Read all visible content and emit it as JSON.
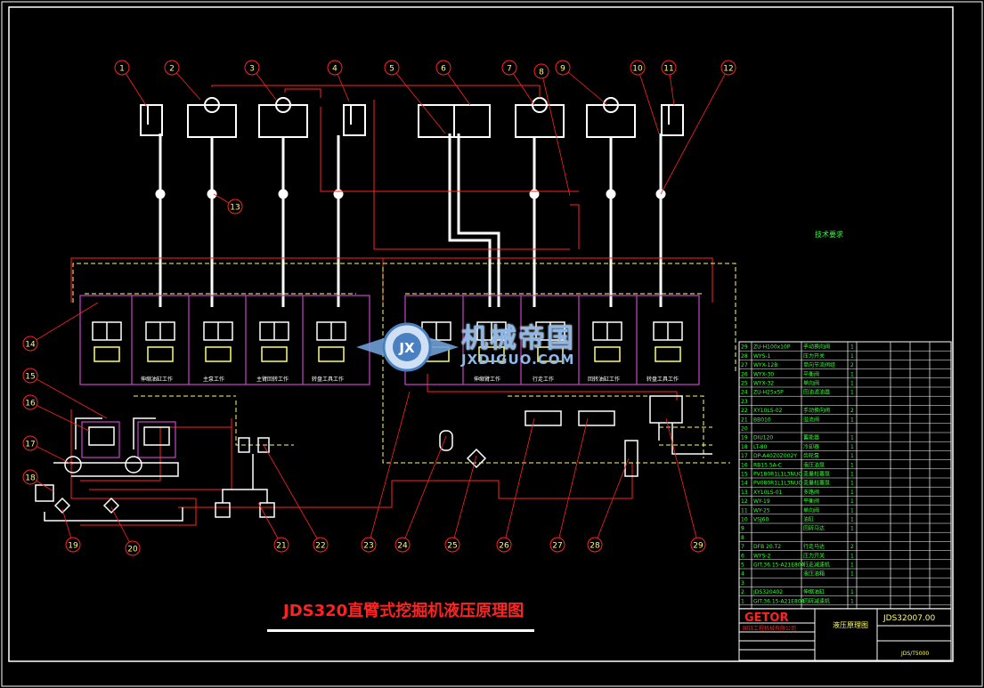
{
  "drawing": {
    "title": "JDS320直臂式挖掘机液压原理图",
    "note": "技术要求",
    "colors": {
      "background": "#000000",
      "main_line": "#ffffff",
      "pilot_line": "#ffff66",
      "callout": "#ff2222",
      "valve_box": "#cc44cc",
      "bom_text": "#33ff33",
      "title": "#ff2222"
    }
  },
  "callouts": [
    "1",
    "2",
    "3",
    "4",
    "5",
    "6",
    "7",
    "8",
    "9",
    "10",
    "11",
    "12",
    "13",
    "14",
    "15",
    "16",
    "17",
    "18",
    "19",
    "20",
    "21",
    "22",
    "23",
    "24",
    "25",
    "26",
    "27",
    "28",
    "29"
  ],
  "valve_labels_left": [
    "伸缩油缸工作",
    "主泵工作",
    "主臂回转工作",
    "转盘工具工作"
  ],
  "valve_labels_right": [
    "伸缩臂工作",
    "行走工作",
    "回转油缸工作",
    "转盘工具工作"
  ],
  "bom": {
    "rows": [
      {
        "no": "29",
        "code": "ZU-H100x10P",
        "name": "手动换向阀",
        "qty": "1"
      },
      {
        "no": "28",
        "code": "WYS-1",
        "name": "压力开关",
        "qty": "1"
      },
      {
        "no": "27",
        "code": "WYX-12B",
        "name": "单向节流阀组",
        "qty": "2"
      },
      {
        "no": "26",
        "code": "WYX-30",
        "name": "平衡阀",
        "qty": "1"
      },
      {
        "no": "25",
        "code": "WYX-32",
        "name": "单向阀",
        "qty": "1"
      },
      {
        "no": "24",
        "code": "ZU-H25x5P",
        "name": "回油滤油器",
        "qty": "1"
      },
      {
        "no": "23",
        "code": "",
        "name": "",
        "qty": ""
      },
      {
        "no": "22",
        "code": "XY10LS-02",
        "name": "手动换向阀",
        "qty": "2"
      },
      {
        "no": "21",
        "code": "BB010",
        "name": "溢流阀",
        "qty": "1"
      },
      {
        "no": "20",
        "code": "",
        "name": "",
        "qty": ""
      },
      {
        "no": "19",
        "code": "DIU120",
        "name": "蓄能器",
        "qty": "1"
      },
      {
        "no": "18",
        "code": "LT-80",
        "name": "冷却器",
        "qty": "1"
      },
      {
        "no": "17",
        "code": "DP-A40Z0Z002Y",
        "name": "齿轮泵",
        "qty": "1"
      },
      {
        "no": "16",
        "code": "RB15.5A-C",
        "name": "液压油泵",
        "qty": "1"
      },
      {
        "no": "15",
        "code": "PV180R1L1L3NUO",
        "name": "变量柱塞泵",
        "qty": "1"
      },
      {
        "no": "14",
        "code": "PV080R1L1L3NUO",
        "name": "变量柱塞泵",
        "qty": "1"
      },
      {
        "no": "13",
        "code": "XY10LS-01",
        "name": "多路阀",
        "qty": "1"
      },
      {
        "no": "12",
        "code": "WY-19",
        "name": "平衡阀",
        "qty": "1"
      },
      {
        "no": "11",
        "code": "WY-25",
        "name": "单向阀",
        "qty": "1"
      },
      {
        "no": "10",
        "code": "VSJ60",
        "name": "油缸",
        "qty": "1"
      },
      {
        "no": "9",
        "code": "",
        "name": "回转马达",
        "qty": "1"
      },
      {
        "no": "8",
        "code": "",
        "name": "",
        "qty": ""
      },
      {
        "no": "7",
        "code": "DFB 20.T2",
        "name": "行走马达",
        "qty": "2"
      },
      {
        "no": "6",
        "code": "WYS-2",
        "name": "压力开关",
        "qty": "1"
      },
      {
        "no": "5",
        "code": "GIT.36.15-A21E80A",
        "name": "行走减速机",
        "qty": "1"
      },
      {
        "no": "4",
        "code": "",
        "name": "液压油箱",
        "qty": "1"
      },
      {
        "no": "3",
        "code": "",
        "name": "",
        "qty": ""
      },
      {
        "no": "2",
        "code": "JDS320402",
        "name": "伸缩油缸",
        "qty": "1"
      },
      {
        "no": "1",
        "code": "GIT.36.15-A21E80A",
        "name": "回转减速机",
        "qty": "1"
      }
    ]
  },
  "title_block": {
    "logo": "GETOR",
    "company": "国钰工程机械有限公司",
    "drawing_name": "液压原理图",
    "drawing_no": "JDS32007.00",
    "ratio": "JDS/T5000"
  },
  "watermark": {
    "cn": "机械帝国",
    "en": "JXDIGUO.COM"
  }
}
